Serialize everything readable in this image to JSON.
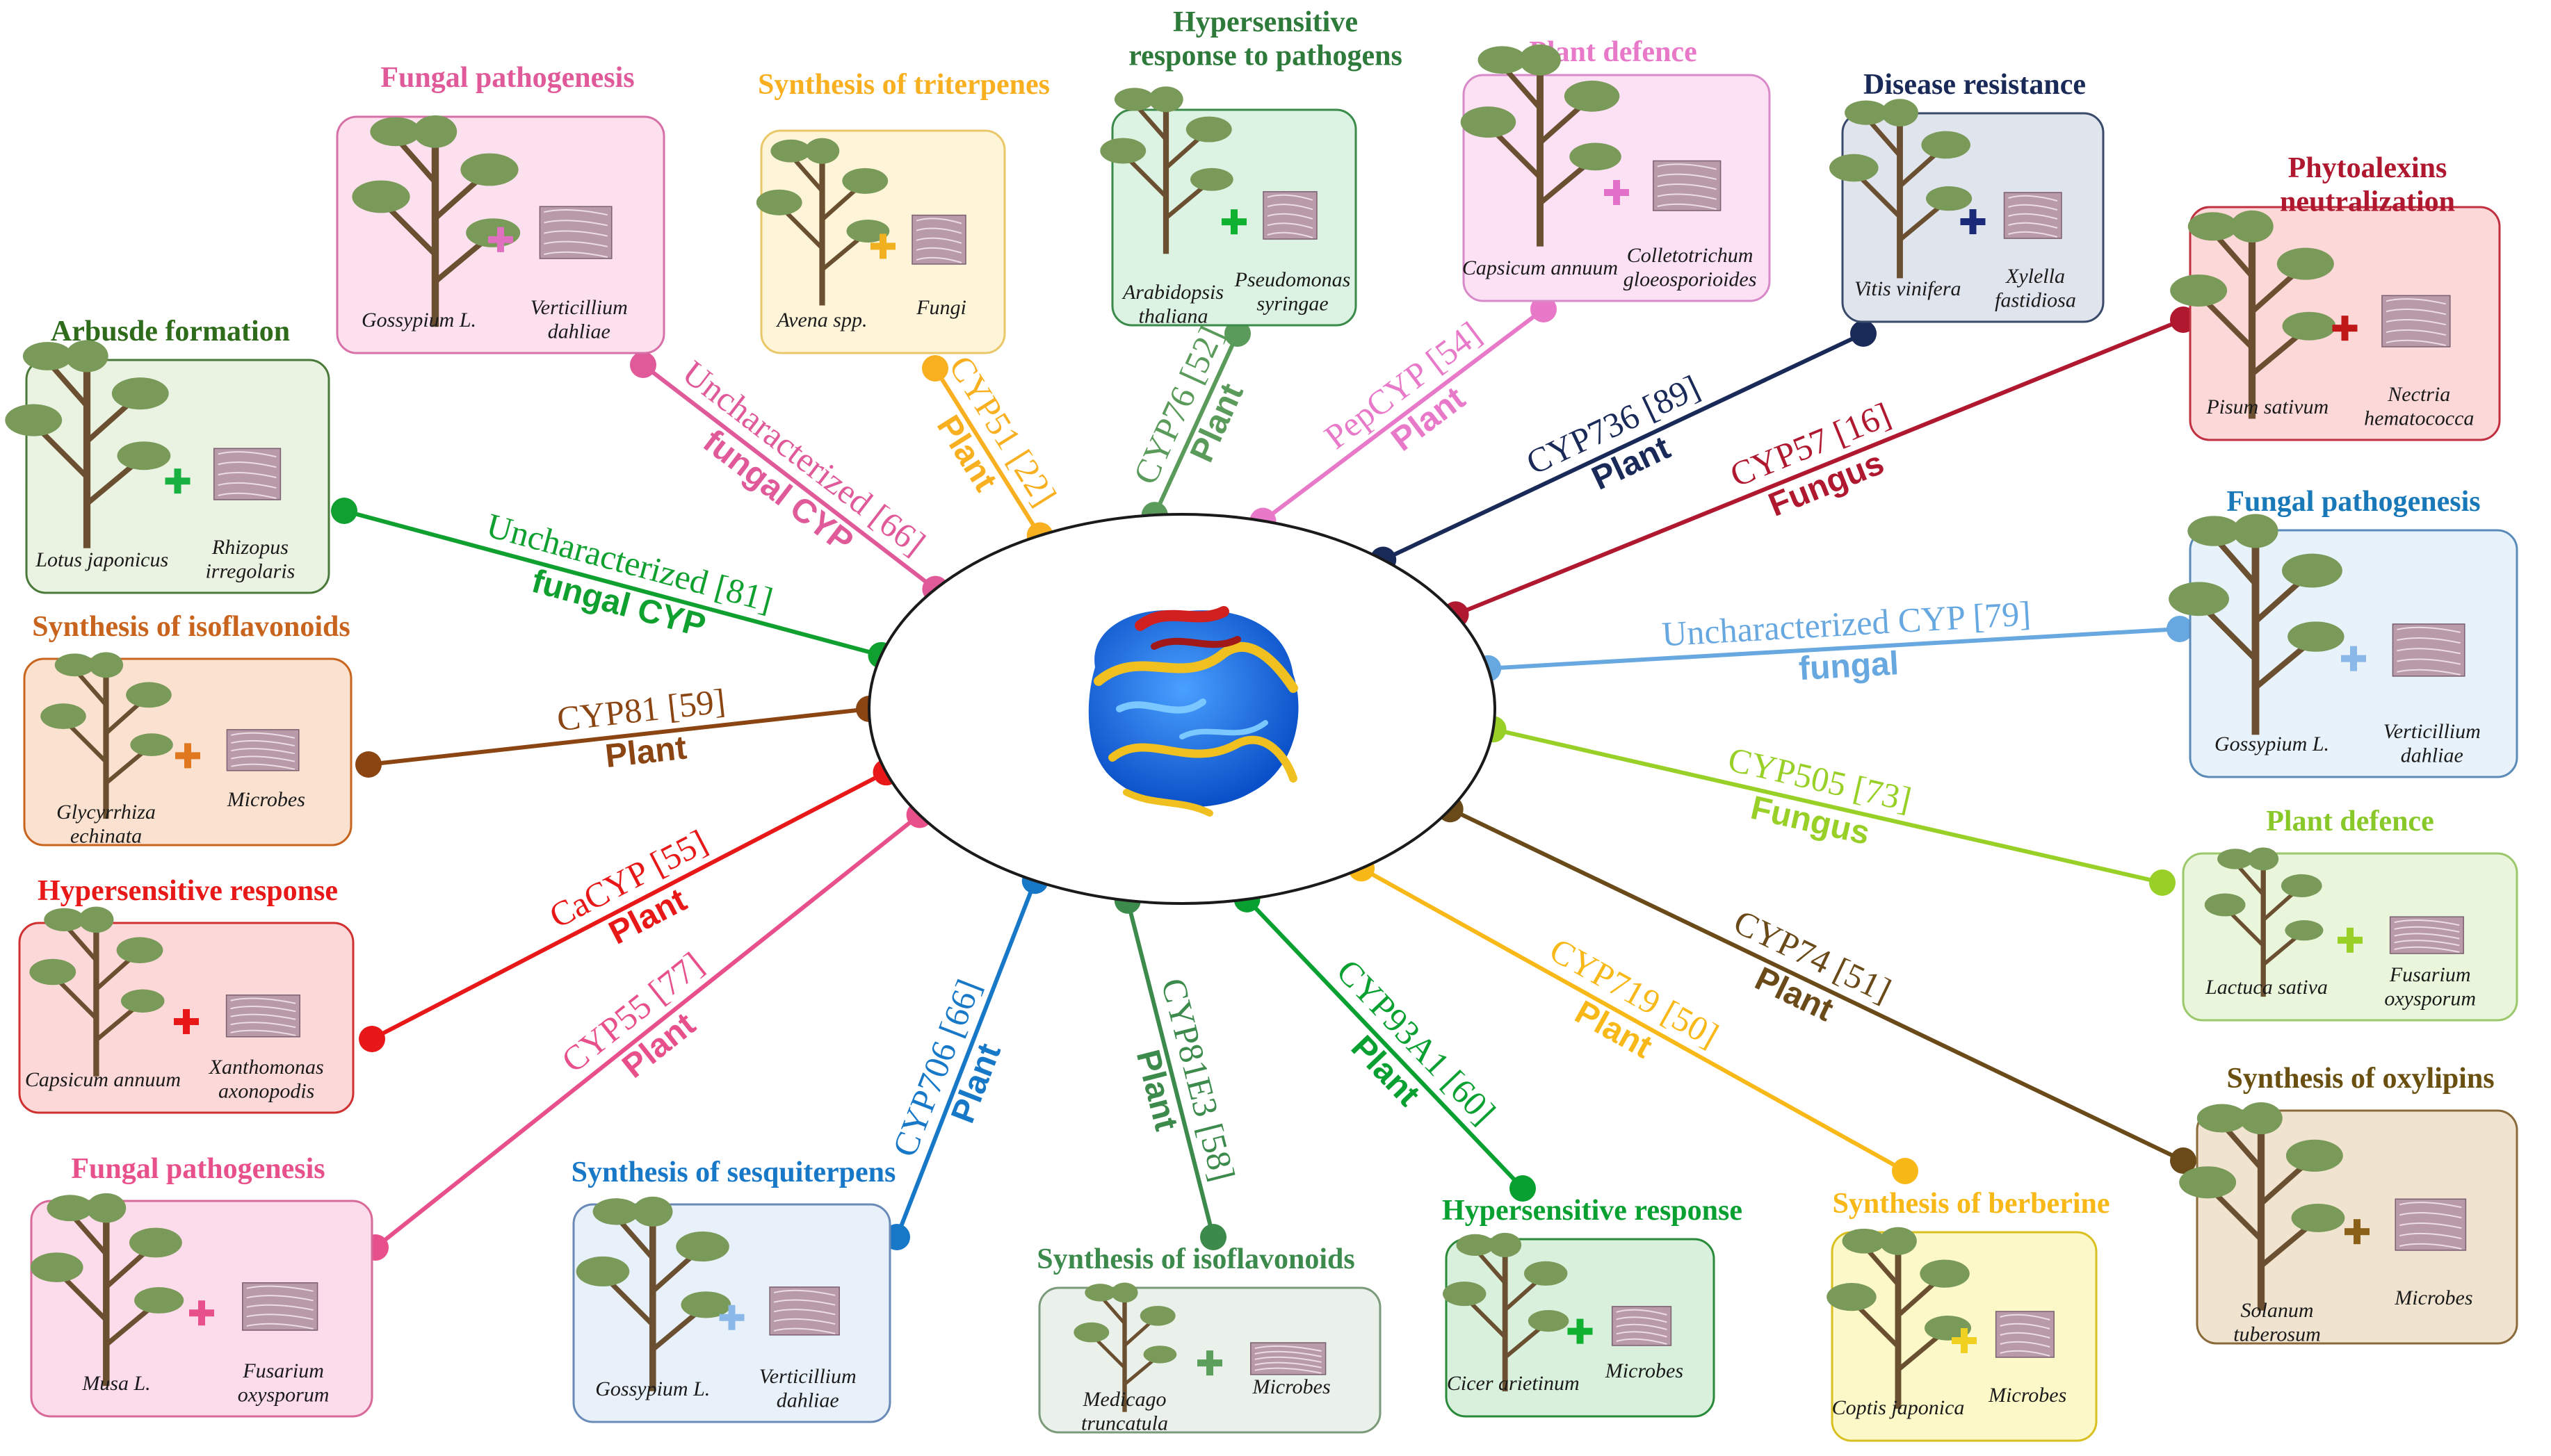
{
  "center": {
    "structure_icon": "protein-structure-icon"
  },
  "spokes": [
    {
      "id": "arbusde",
      "cyp": "Uncharacterized [81]",
      "kind": "fungal CYP",
      "color": "#10a030",
      "title": "Arbusde formation",
      "title_color": "#2e6b1a",
      "box_fill": "#eaf3e2",
      "box_stroke": "#4a7a3a",
      "host": "Lotus japonicus",
      "pathogen": "Rhizopus irregolaris",
      "plus_color": "#18b040"
    },
    {
      "id": "isoflav-left",
      "cyp": "CYP81 [59]",
      "kind": "Plant",
      "color": "#8b4513",
      "title": "Synthesis of isoflavonoids",
      "title_color": "#c8641e",
      "box_fill": "#fbe2d0",
      "box_stroke": "#c8641e",
      "host": "Glycyrrhiza echinata",
      "pathogen": "Microbes",
      "plus_color": "#e07820"
    },
    {
      "id": "hyper-left",
      "cyp": "CaCYP [55]",
      "kind": "Plant",
      "color": "#e81818",
      "title": "Hypersensitive response",
      "title_color": "#e81818",
      "box_fill": "#fcd8d8",
      "box_stroke": "#d03030",
      "host": "Capsicum annuum",
      "pathogen": "Xanthomonas axonopodis",
      "plus_color": "#e81818"
    },
    {
      "id": "fungal-bl",
      "cyp": "CYP55 [77]",
      "kind": "Plant",
      "color": "#e8508c",
      "title": "Fungal pathogenesis",
      "title_color": "#e8508c",
      "box_fill": "#fcdcea",
      "box_stroke": "#d86a9a",
      "host": "Musa L.",
      "pathogen": "Fusarium oxysporum",
      "plus_color": "#e8508c"
    },
    {
      "id": "sesqui",
      "cyp": "CYP706 [66]",
      "kind": "Plant",
      "color": "#1878c8",
      "title": "Synthesis of sesquiterpens",
      "title_color": "#1878c8",
      "box_fill": "#e8f0fa",
      "box_stroke": "#6a8ab8",
      "host": "Gossypium L.",
      "pathogen": "Verticillium dahliae",
      "plus_color": "#8ab8e8"
    },
    {
      "id": "isoflav-bottom",
      "cyp": "CYP81E3 [58]",
      "kind": "Plant",
      "color": "#3c8a4c",
      "title": "Synthesis of isoflavonoids",
      "title_color": "#3c8a4c",
      "box_fill": "#eaf0ea",
      "box_stroke": "#7a9a7a",
      "host": "Medicago truncatula",
      "pathogen": "Microbes",
      "plus_color": "#5aa05a"
    },
    {
      "id": "hyper-bottom",
      "cyp": "CYP93A1 [60]",
      "kind": "Plant",
      "color": "#08a030",
      "title": "Hypersensitive response",
      "title_color": "#08a030",
      "box_fill": "#d8f0dc",
      "box_stroke": "#2a8a3a",
      "host": "Cicer arietinum",
      "pathogen": "Microbes",
      "plus_color": "#10b030"
    },
    {
      "id": "berberine",
      "cyp": "CYP719 [50]",
      "kind": "Plant",
      "color": "#f8b818",
      "title": "Synthesis of berberine",
      "title_color": "#f8b818",
      "box_fill": "#fcf8c8",
      "box_stroke": "#d8c020",
      "host": "Coptis japonica",
      "pathogen": "Microbes",
      "plus_color": "#f0d020"
    },
    {
      "id": "oxylipins",
      "cyp": "CYP74 [51]",
      "kind": "Plant",
      "color": "#6a4a18",
      "title": "Synthesis of oxylipins",
      "title_color": "#6a5010",
      "box_fill": "#f0e4d0",
      "box_stroke": "#8a6a3a",
      "host": "Solanum tuberosum",
      "pathogen": "Microbes",
      "plus_color": "#8a6018"
    },
    {
      "id": "defence-right",
      "cyp": "CYP505 [73]",
      "kind": "Fungus",
      "color": "#98d028",
      "title": "Plant defence",
      "title_color": "#88c828",
      "box_fill": "#eaf6dc",
      "box_stroke": "#9ac86a",
      "host": "Lactuca sativa",
      "pathogen": "Fusarium oxysporum",
      "plus_color": "#98d028"
    },
    {
      "id": "fungal-right",
      "cyp": "Uncharacterized CYP [79]",
      "kind": "fungal",
      "color": "#68a8e0",
      "title": "Fungal pathogenesis",
      "title_color": "#1878b8",
      "box_fill": "#e8f2fa",
      "box_stroke": "#5a8ab8",
      "host": "Gossypium L.",
      "pathogen": "Verticillium dahliae",
      "plus_color": "#8ab8e8"
    },
    {
      "id": "phytoalexins",
      "cyp": "CYP57 [16]",
      "kind": "Fungus",
      "color": "#b01830",
      "title": "Phytoalexins neutralization",
      "title_color": "#b01830",
      "box_fill": "#fcd8d8",
      "box_stroke": "#c03040",
      "host": "Pisum sativum",
      "pathogen": "Nectria hematococca",
      "plus_color": "#c01818"
    },
    {
      "id": "disease",
      "cyp": "CYP736 [89]",
      "kind": "Plant",
      "color": "#1a2a58",
      "title": "Disease resistance",
      "title_color": "#1a2a58",
      "box_fill": "#e0e4ec",
      "box_stroke": "#3a4a6a",
      "host": "Vitis vinifera",
      "pathogen": "Xylella fastidiosa",
      "plus_color": "#1a2a78"
    },
    {
      "id": "defence-top",
      "cyp": "PepCYP [54]",
      "kind": "Plant",
      "color": "#e878c8",
      "title": "Plant defence",
      "title_color": "#e878c8",
      "box_fill": "#fce0f4",
      "box_stroke": "#d88ac8",
      "host": "Capsicum annuum",
      "pathogen": "Colletotrichum gloeosporioides",
      "plus_color": "#e070c8"
    },
    {
      "id": "hyper-top",
      "cyp": "CYP76 [52]",
      "kind": "Plant",
      "color": "#5a9a5a",
      "title": "Hypersensitive response to pathogens",
      "title_color": "#2e7a3a",
      "box_fill": "#dcf2e2",
      "box_stroke": "#3a8a4a",
      "host": "Arabidopsis thaliana",
      "pathogen": "Pseudomonas syringae",
      "plus_color": "#10b030"
    },
    {
      "id": "triterpenes",
      "cyp": "CYP51 [22]",
      "kind": "Plant",
      "color": "#f8b020",
      "title": "Synthesis of triterpenes",
      "title_color": "#f8b020",
      "box_fill": "#fef4d8",
      "box_stroke": "#e8c868",
      "host": "Avena spp.",
      "pathogen": "Fungi",
      "plus_color": "#f0b020"
    },
    {
      "id": "fungal-top",
      "cyp": "Uncharacterized [66]",
      "kind": "fungal CYP",
      "color": "#e05a9a",
      "title": "Fungal pathogenesis",
      "title_color": "#e05a9a",
      "box_fill": "#fce0ee",
      "box_stroke": "#d870a8",
      "host": "Gossypium L.",
      "pathogen": "Verticillium dahliae",
      "plus_color": "#e070c0"
    }
  ]
}
